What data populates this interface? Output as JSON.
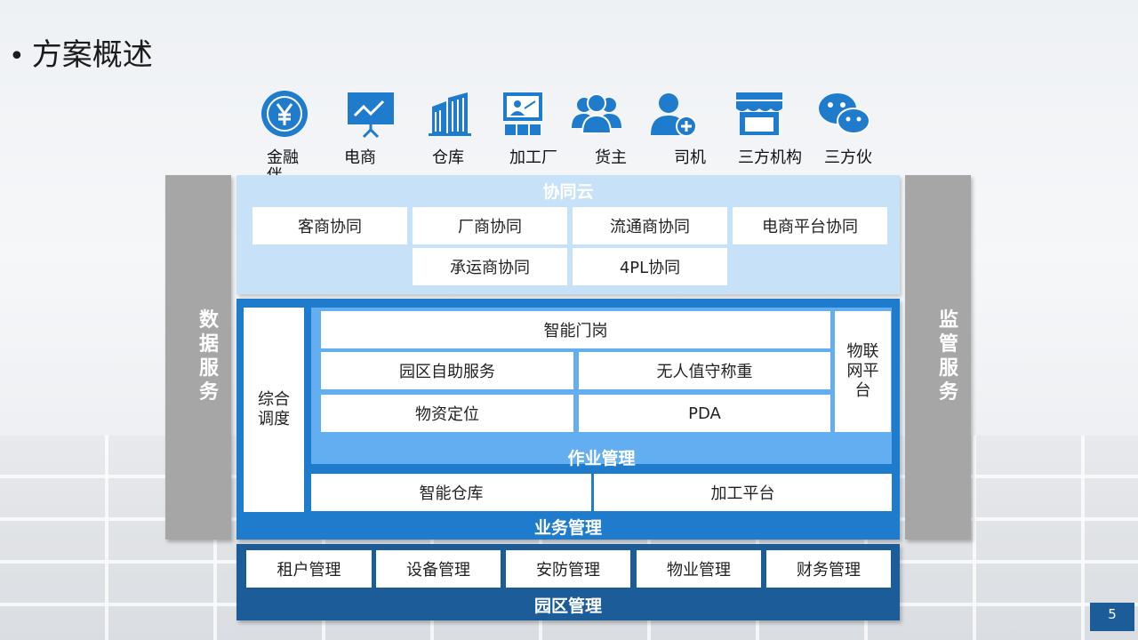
{
  "slide": {
    "title": "方案概述",
    "bullet": "•",
    "page_number": "5"
  },
  "roles": [
    {
      "label": "金融伴",
      "icon": "yuan-coin-icon"
    },
    {
      "label": "电商",
      "icon": "presentation-board-icon"
    },
    {
      "label": "仓库",
      "icon": "warehouse-building-icon"
    },
    {
      "label": "加工厂",
      "icon": "factory-monitor-icon"
    },
    {
      "label": "货主",
      "icon": "group-people-icon"
    },
    {
      "label": "司机",
      "icon": "add-person-icon"
    },
    {
      "label": "三方机构",
      "icon": "storefront-icon"
    },
    {
      "label": "三方伙",
      "icon": "wechat-icon"
    }
  ],
  "left_panel": {
    "label": "数据服务"
  },
  "right_panel": {
    "label": "监管服务"
  },
  "collab_cloud": {
    "title": "协同云",
    "items": [
      "客商协同",
      "厂商协同",
      "流通商协同",
      "电商平台协同",
      "承运商协同",
      "4PL协同"
    ]
  },
  "business": {
    "title": "业务管理",
    "dispatch": "综合调度",
    "operations": {
      "title": "作业管理",
      "gate": "智能门岗",
      "items": [
        "园区自助服务",
        "无人值守称重",
        "物资定位",
        "PDA"
      ],
      "iot": "物联网平台"
    },
    "bottom_items": [
      "智能仓库",
      "加工平台"
    ]
  },
  "park": {
    "title": "园区管理",
    "items": [
      "租户管理",
      "设备管理",
      "安防管理",
      "物业管理",
      "财务管理"
    ]
  },
  "colors": {
    "icon_blue": "#1f7ccc",
    "cloud_bg": "#c7e1f9",
    "business_bg": "#1f7ccc",
    "operations_bg": "#62aef0",
    "park_bg": "#1c5c98",
    "side_gray": "#a6a6a6"
  }
}
